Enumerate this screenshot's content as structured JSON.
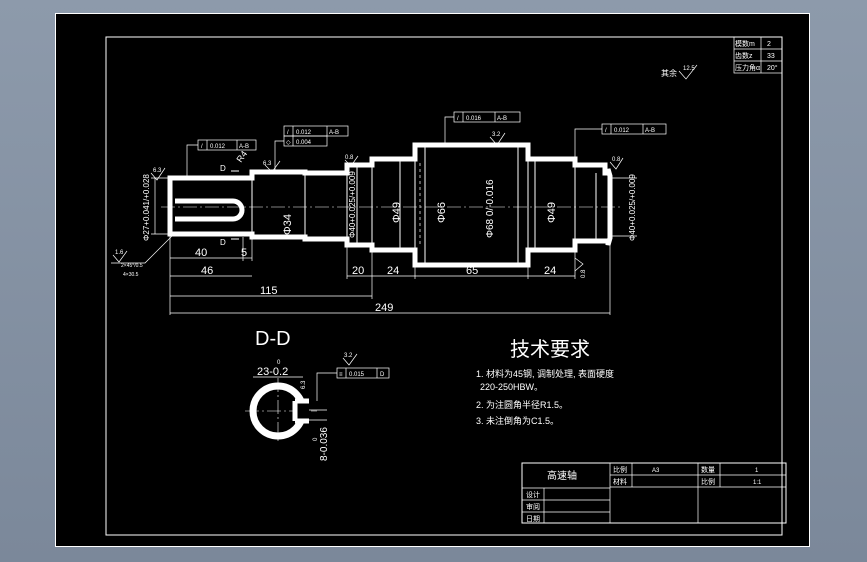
{
  "table_tr": {
    "module_label": "模数m",
    "module_value": "2",
    "teeth_label": "齿数z",
    "teeth_value": "33",
    "pressure_label": "压力角α",
    "pressure_value": "20°"
  },
  "remaining_roughness": {
    "label": "其余",
    "value": "12.5"
  },
  "tolerances": {
    "t1": {
      "value": "0.012",
      "datum": "A-B"
    },
    "t2": {
      "value": "0.012",
      "datum": "A-B"
    },
    "t3": {
      "value": "0.004"
    },
    "t4": {
      "value": "0.016",
      "datum": "A-B"
    },
    "t5": {
      "value": "0.012",
      "datum": "A-B"
    },
    "t6": {
      "value": "0.015",
      "datum": "D"
    }
  },
  "roughness": {
    "r1": "6.3",
    "r2": "6.3",
    "r3": "0.8",
    "r4": "3.2",
    "r5": "0.8",
    "r6": "0.8",
    "r7": "1.6",
    "r8": "3.2",
    "r9": "6.3"
  },
  "dims": {
    "d27": "Φ27+0.041/+0.028",
    "r4": "R4",
    "d34": "Φ34",
    "d40a": "Φ40+0.025/+0.009",
    "d49a": "Φ49",
    "d66": "Φ66",
    "d68": "Φ68 0/-0.016",
    "d49b": "Φ49",
    "d40b": "Φ40+0.025/+0.009",
    "l40": "40",
    "l5": "5",
    "l46": "46",
    "l115": "115",
    "l20": "20",
    "l24a": "24",
    "l65": "65",
    "l24b": "24",
    "l249": "249",
    "spline_a": "2×45°/0.5",
    "spline_b": "4×30.5",
    "section_d_upper": "D",
    "section_d_lower": "D"
  },
  "section": {
    "title": "D-D",
    "width_dim": "23-0.2",
    "width_tol": "0",
    "depth_dim": "8-0.036",
    "depth_tol": "0"
  },
  "tech": {
    "title": "技术要求",
    "req1a": "1. 材料为45钢, 调制处理, 表面硬度",
    "req1b": "220-250HBW。",
    "req2": "2. 为注圆角半径R1.5。",
    "req3": "3. 未注倒角为C1.5。"
  },
  "title_block": {
    "name": "高速轴",
    "scale_label": "比例",
    "scale_value": "A3",
    "qty_label": "数量",
    "qty_value": "1",
    "material_label": "材料",
    "weight_label": "比例",
    "weight_value": "1:1",
    "design": "设计",
    "check": "审阅",
    "date": "日期"
  }
}
